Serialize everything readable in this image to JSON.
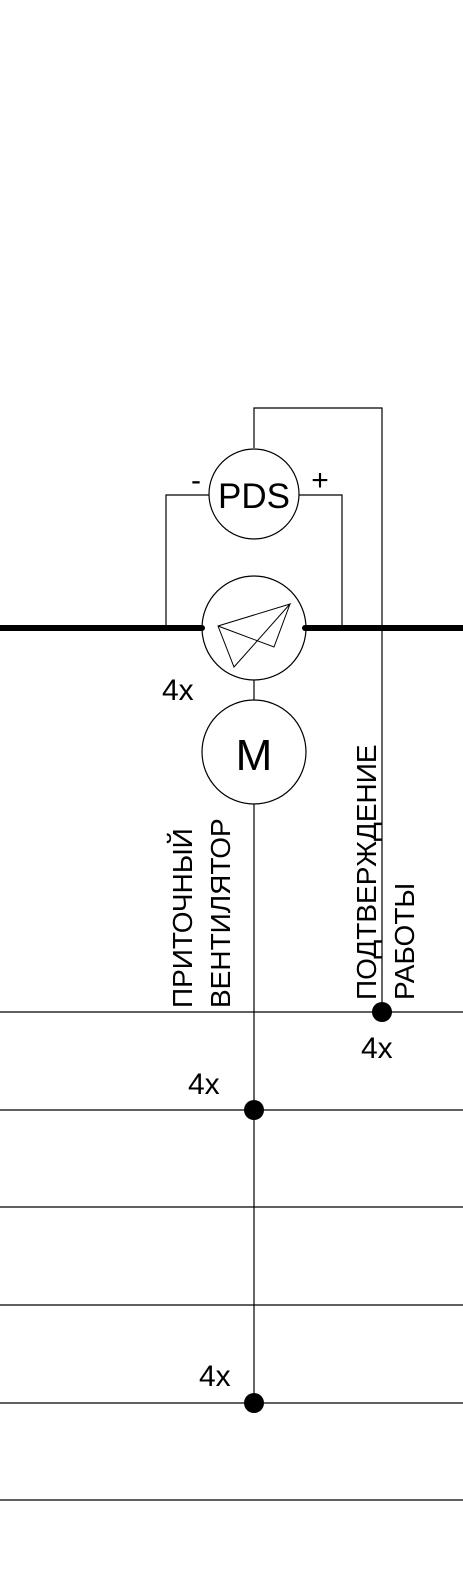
{
  "symbols": {
    "pds": {
      "label": "PDS",
      "minus": "-",
      "plus": "+"
    },
    "damper": {
      "count": "4x"
    },
    "motor": {
      "label": "M"
    }
  },
  "signals": {
    "supply_fan": {
      "line1": "ПРИТОЧНЫЙ",
      "line2": "ВЕНТИЛЯТОР"
    },
    "run_confirm": {
      "line1": "ПОДТВЕРЖДЕНИЕ",
      "line2": "РАБОТЫ"
    }
  },
  "connections": {
    "run_confirm_count": "4x",
    "fan_count_upper": "4x",
    "fan_count_lower": "4x"
  },
  "colors": {
    "line": "#000000",
    "background": "#ffffff"
  }
}
